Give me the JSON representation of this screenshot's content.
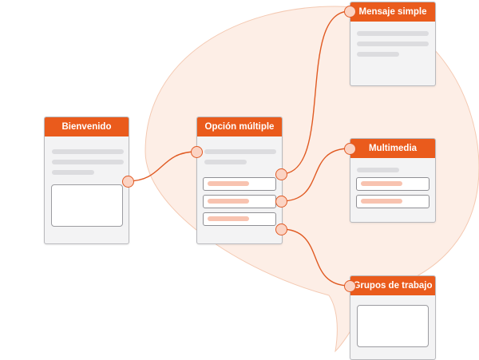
{
  "colors": {
    "accent": "#ea5b1c",
    "connector": "#e05a22",
    "port_fill": "#fbd3c3",
    "bubble": "#fdeee6",
    "card": "#f3f3f4"
  },
  "nodes": {
    "welcome": {
      "title": "Bienvenido"
    },
    "multiple_choice": {
      "title": "Opción múltiple"
    },
    "simple_message": {
      "title": "Mensaje simple"
    },
    "multimedia": {
      "title": "Multimedia"
    },
    "work_groups": {
      "title": "Grupos de trabajo"
    }
  }
}
